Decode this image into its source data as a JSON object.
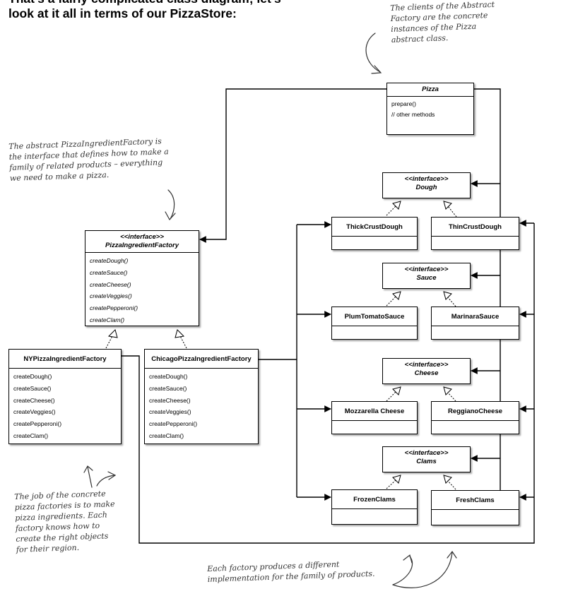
{
  "heading": "That’s a fairly complicated class diagram; let’s look at it all in terms of our PizzaStore:",
  "notes": {
    "clients": "The clients of the Abstract Factory are the concrete instances of the Pizza abstract class.",
    "abstract_factory": "The abstract PizzaIngredientFactory is the interface that defines how to make a family of related products – everything we need to make a pizza.",
    "concrete_factories": "The job of the concrete pizza factories is to make pizza ingredients. Each factory knows how to create the right objects for their region.",
    "families": "Each factory produces a different implementation for the family of products."
  },
  "pizza": {
    "name": "Pizza",
    "methods": [
      "prepare()",
      "// other methods"
    ]
  },
  "factory_interface": {
    "stereotype": "<<interface>>",
    "name": "PizzaIngredientFactory",
    "methods": [
      "createDough()",
      "createSauce()",
      "createCheese()",
      "createVeggies()",
      "createPepperoni()",
      "createClam()"
    ]
  },
  "ny_factory": {
    "name": "NYPizzaIngredientFactory",
    "methods": [
      "createDough()",
      "createSauce()",
      "createCheese()",
      "createVeggies()",
      "createPepperoni()",
      "createClam()"
    ]
  },
  "chicago_factory": {
    "name": "ChicagoPizzaIngredientFactory",
    "methods": [
      "createDough()",
      "createSauce()",
      "createCheese()",
      "createVeggies()",
      "createPepperoni()",
      "createClam()"
    ]
  },
  "interfaces": {
    "stereotype": "<<interface>>",
    "dough": "Dough",
    "sauce": "Sauce",
    "cheese": "Cheese",
    "clams": "Clams"
  },
  "products": {
    "thick_crust_dough": "ThickCrustDough",
    "thin_crust_dough": "ThinCrustDough",
    "plum_tomato_sauce": "PlumTomatoSauce",
    "marinara_sauce": "MarinaraSauce",
    "mozzarella_cheese": "Mozzarella Cheese",
    "reggiano_cheese": "ReggianoCheese",
    "frozen_clams": "FrozenClams",
    "fresh_clams": "FreshClams"
  }
}
